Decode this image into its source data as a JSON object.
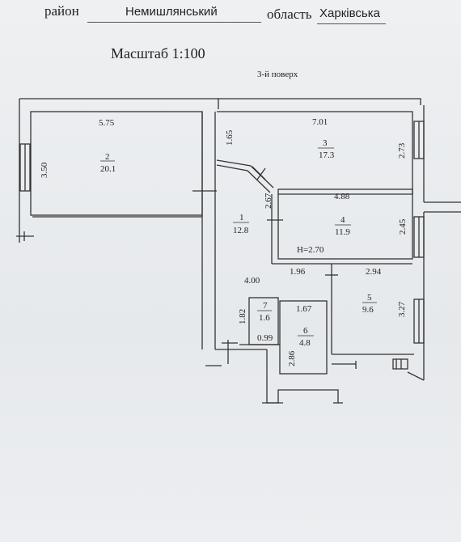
{
  "header": {
    "district_label": "район",
    "district_value": "Немишлянський",
    "region_label": "область",
    "region_value": "Харківська"
  },
  "scale": "Масштаб 1:100",
  "floor": "3-й поверх",
  "plan": {
    "room1": {
      "number": "1",
      "area": "12.8"
    },
    "room2": {
      "number": "2",
      "area": "20.1",
      "width": "5.75",
      "depth": "3.50"
    },
    "room3": {
      "number": "3",
      "area": "17.3",
      "width": "7.01",
      "depth": "2.73",
      "side": "1.65"
    },
    "room4": {
      "number": "4",
      "area": "11.9",
      "width": "4.88",
      "depth": "2.45",
      "diag": "2.67",
      "height": "H=2.70"
    },
    "room5": {
      "number": "5",
      "area": "9.6",
      "width": "2.94",
      "depth": "3.27"
    },
    "room6": {
      "number": "6",
      "area": "4.8",
      "width": "1.67",
      "depth": "2.86"
    },
    "room7": {
      "number": "7",
      "area": "1.6",
      "width": "0.99",
      "depth": "1.82"
    },
    "corridor": {
      "width": "4.00",
      "passage": "1.96"
    }
  }
}
